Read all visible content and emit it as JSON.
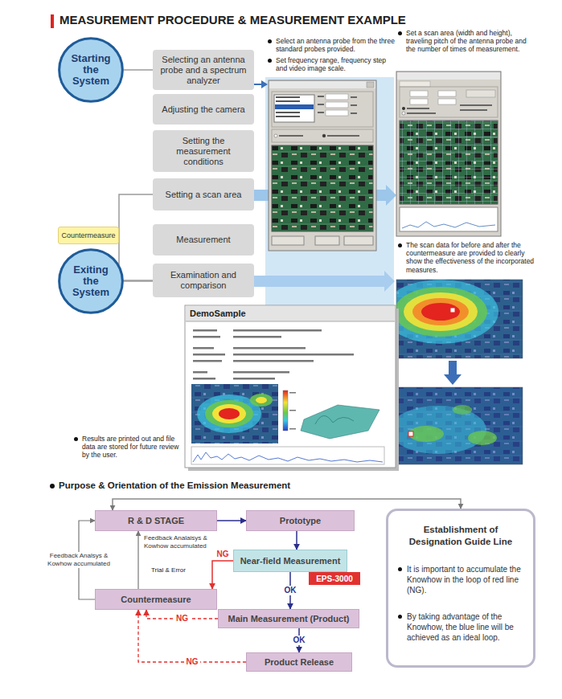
{
  "diagram": {
    "title": "MEASUREMENT PROCEDURE & MEASUREMENT EXAMPLE",
    "nodes": [
      {
        "text": [
          "Starting the System"
        ]
      },
      {
        "text": [
          "Selecting an antenna probe and a spectrum analyzer"
        ]
      },
      {
        "text": [
          "Adjusting the camera"
        ]
      },
      {
        "text": [
          "Setting the measurement conditions"
        ]
      },
      {
        "text": [
          "Setting a scan area"
        ]
      },
      {
        "text": [
          "Countermeasure"
        ]
      },
      {
        "text": [
          "Measurement"
        ]
      },
      {
        "text": [
          "Exiting the System"
        ]
      },
      {
        "text": [
          "Examination and comparison"
        ]
      },
      {
        "text": [
          "R & D STAGE"
        ]
      },
      {
        "text": [
          "Prototype"
        ]
      },
      {
        "text": [
          "Near-field Measurement"
        ]
      },
      {
        "text": [
          "EPS-3000"
        ]
      },
      {
        "text": [
          "Countermeasure"
        ]
      },
      {
        "text": [
          "Main Measurement (Product)"
        ]
      },
      {
        "text": [
          "Product Release"
        ]
      },
      {
        "text": [
          "Establishment of Designation Guide Line",
          "It is important to accumulate the Knowhow in the loop of red line (NG).",
          "By taking advantage of the Knowhow, the blue line will be achieved as an ideal loop."
        ]
      }
    ],
    "edges": [
      {
        "from": 0,
        "to": 1,
        "arrow": "none"
      },
      {
        "from": 5,
        "to": 4,
        "arrow": "none"
      },
      {
        "from": 5,
        "to": 8,
        "arrow": "none"
      },
      {
        "from": 7,
        "to": 8,
        "arrow": "none"
      },
      {
        "from": 9,
        "to": 10,
        "arrow": "to"
      },
      {
        "from": 10,
        "to": 11,
        "arrow": "to"
      },
      {
        "from": 11,
        "to": 14,
        "label": "OK",
        "arrow": "to"
      },
      {
        "from": 14,
        "to": 15,
        "label": "OK",
        "arrow": "to"
      },
      {
        "from": 11,
        "to": 13,
        "label": "NG",
        "arrow": "to"
      },
      {
        "from": 13,
        "to": 9,
        "label": "Feedback Analaisys & Kowhow accumulated",
        "arrow": "to"
      },
      {
        "from": 13,
        "to": 9,
        "label": "Feedback Analsys & Kowhow accumulated",
        "arrow": "to"
      },
      {
        "from": 14,
        "to": 13,
        "label": "NG",
        "arrow": "to"
      },
      {
        "from": 15,
        "to": 13,
        "label": "NG",
        "arrow": "to"
      },
      {
        "from": 9,
        "to": 16,
        "arrow": "both"
      }
    ],
    "labels": [
      "Select an antenna probe from the three standard probes provided.",
      "Set frequency range, frequency step and video image scale.",
      "Set a scan area (width and height), traveling pitch of the antenna probe and the number of times of measurement.",
      "The scan data for before and after the countermeasure are provided to clearly show the effectiveness of the incorporated measures.",
      "DemoSample",
      "Results are printed out and file data are stored for future review by the user.",
      "Purpose & Orientation of the Emission Measurement",
      "Trial & Error"
    ]
  }
}
